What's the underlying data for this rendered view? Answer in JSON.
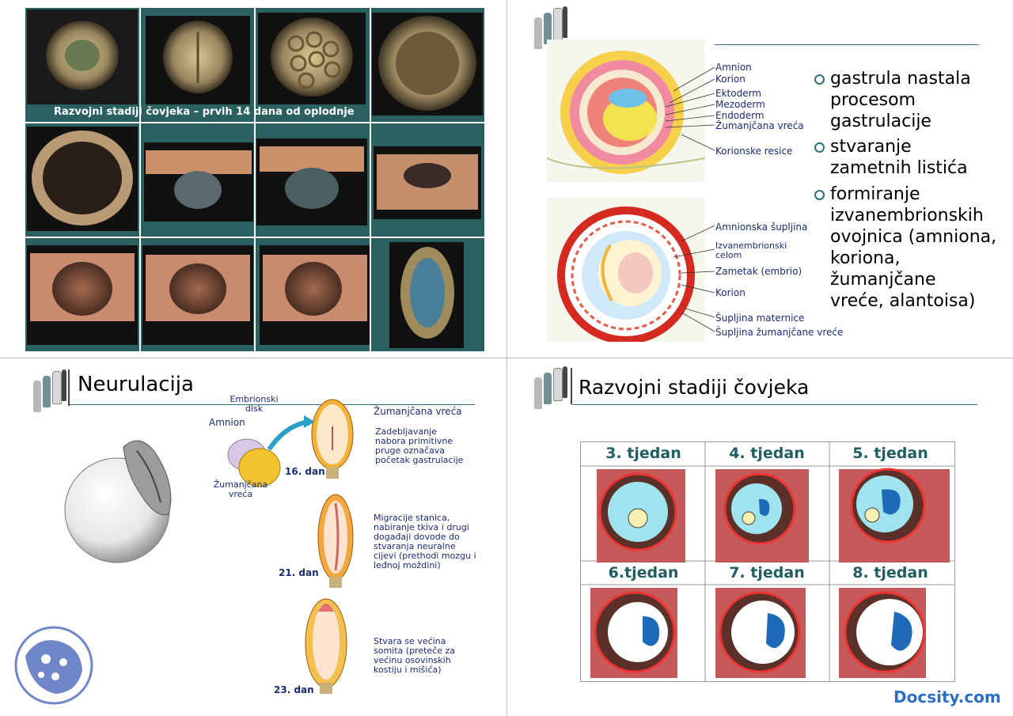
{
  "slide1": {
    "caption": "Razvojni stadiji čovjeka – prvih 14 dana od oplodnje"
  },
  "slide2": {
    "labels_top": [
      "Amnion",
      "Korion",
      "Ektoderm",
      "Mezoderm",
      "Endoderm",
      "Žumanjčana vreća",
      "Korionske resice"
    ],
    "labels_bottom": [
      "Amnionska šupljina",
      "Izvanembrionski celom",
      "Zametak (embrio)",
      "Korion",
      "Šupljina maternice",
      "Šupljina žumanjčane vreće"
    ],
    "bullets": [
      [
        "gastrula nastala",
        "procesom",
        "gastrulacije"
      ],
      [
        "stvaranje",
        "zametnih listića"
      ],
      [
        "formiranje",
        "izvanembrionskih",
        "ovojnica (amniona,",
        "koriona,",
        "žumanjčane",
        "vreće, alantoisa)"
      ]
    ]
  },
  "slide3": {
    "title": "Neurulacija",
    "labels": {
      "embrionski_disk": "Embrionski disk",
      "amnion": "Amnion",
      "zumanjcana": "Žumanjčana vreća",
      "zumanjcana_vreca_right": "Žumanjčana vreća",
      "day16": "16. dan",
      "day21": "21. dan",
      "day23": "23. dan",
      "note16": "Zadebljavanje nabora primitivne pruge označava početak gastrulacije",
      "note21": "Migracije stanica, nabiranje tkiva i drugi događaji dovode do stvaranja neuralne cijevi (prethodi mozgu i leđnoj moždini)",
      "note23": "Stvara se većina somita (preteče za većinu osovinskih kostiju i mišića)"
    }
  },
  "slide4": {
    "title": "Razvojni stadiji čovjeka",
    "weeks": [
      "3. tjedan",
      "4. tjedan",
      "5. tjedan",
      "6.tjedan",
      "7. tjedan",
      "8. tjedan"
    ]
  },
  "watermark": "Docsity.com",
  "colors": {
    "teal": "#2e6f77",
    "label_blue": "#1a2b78",
    "week_green": "#1f5e62",
    "docsity_blue": "#2c6fc6"
  }
}
